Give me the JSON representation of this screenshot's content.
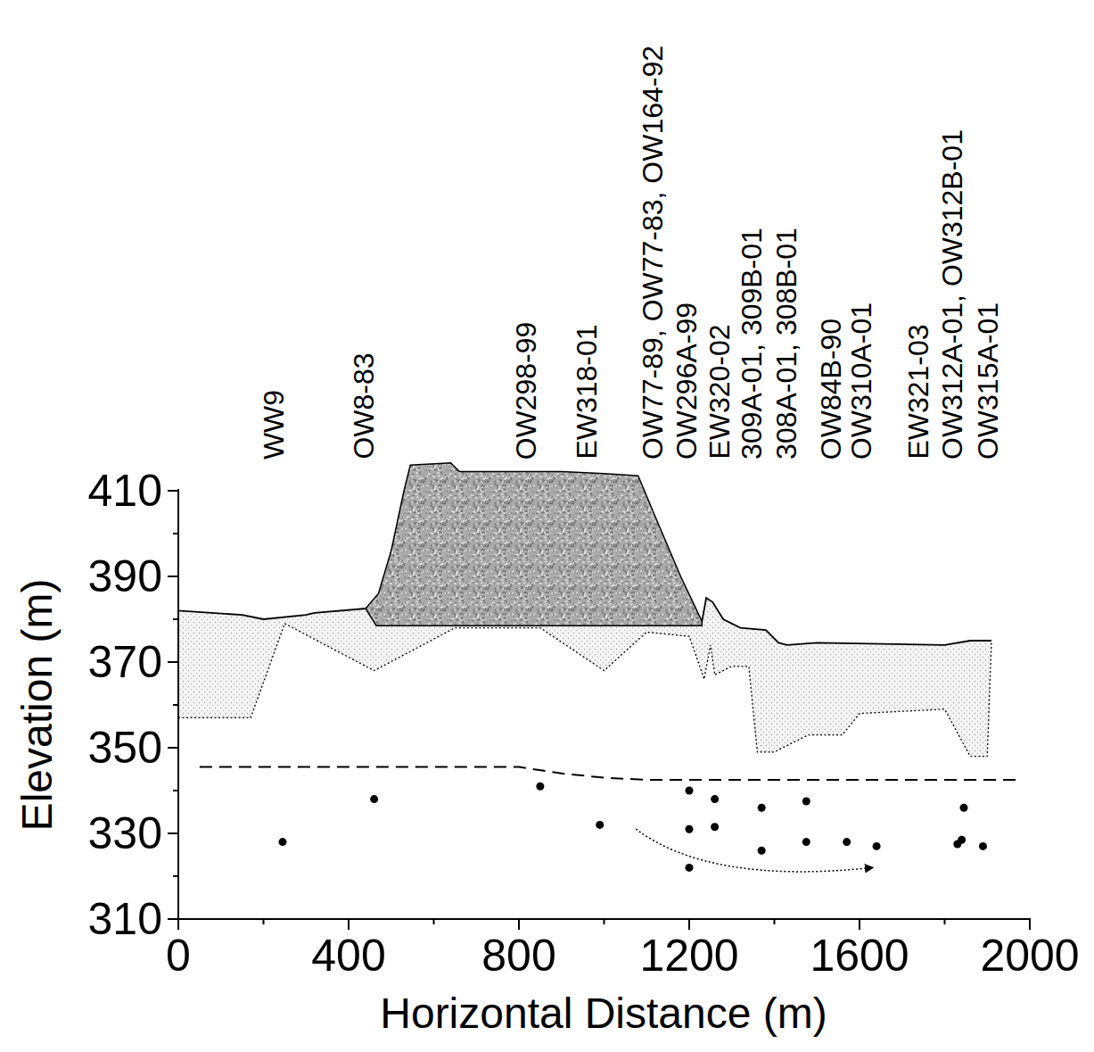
{
  "diagram": {
    "labels": [
      "410",
      "390",
      "370",
      "350",
      "330",
      "310",
      "0",
      "400",
      "800",
      "1200",
      "1600",
      "2000",
      "Elevation (m)",
      "Horizontal Distance (m)",
      "WW9",
      "OW8-83",
      "OW298-99",
      "EW318-01",
      "OW77-89, OW77-83, OW164-92",
      "OW296A-99",
      "EW320-02",
      "309A-01, 309B-01",
      "308A-01, 308B-01",
      "OW84B-90",
      "OW310A-01",
      "EW321-03",
      "OW312A-01, OW312B-01",
      "OW315A-01"
    ]
  }
}
